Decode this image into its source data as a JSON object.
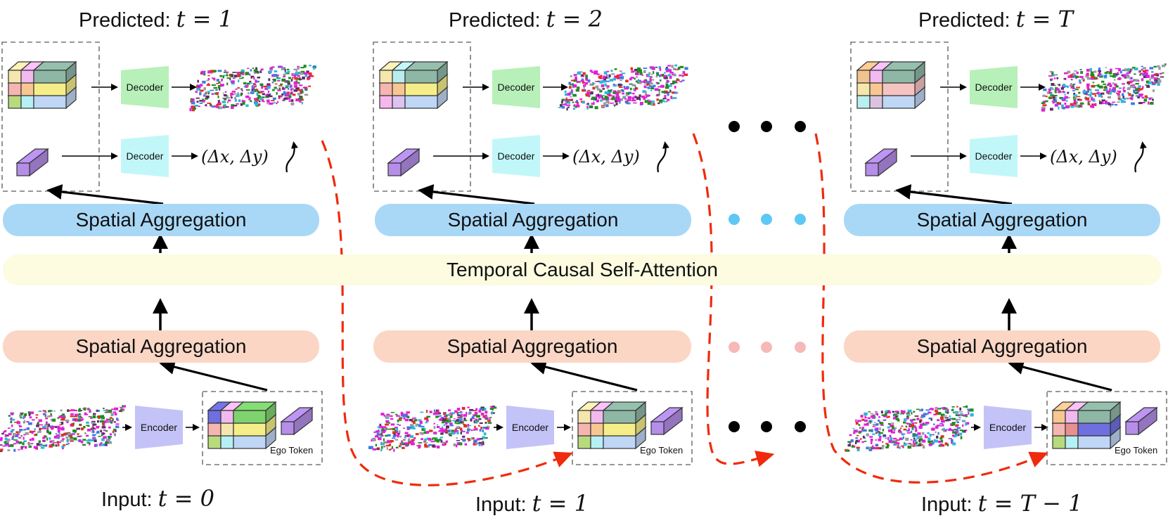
{
  "diagram": {
    "columns": [
      {
        "predicted_prefix": "Predicted:",
        "predicted_math": "t = 1",
        "input_prefix": "Input:",
        "input_math": "t = 0",
        "decoder_top": "Decoder",
        "decoder_bottom": "Decoder",
        "delta": "(Δx, Δy)",
        "encoder": "Encoder",
        "ego_token": "Ego Token",
        "spatial_top": "Spatial Aggregation",
        "spatial_bottom": "Spatial Aggregation"
      },
      {
        "predicted_prefix": "Predicted:",
        "predicted_math": "t = 2",
        "input_prefix": "Input:",
        "input_math": "t = 1",
        "decoder_top": "Decoder",
        "decoder_bottom": "Decoder",
        "delta": "(Δx, Δy)",
        "encoder": "Encoder",
        "ego_token": "Ego Token",
        "spatial_top": "Spatial Aggregation",
        "spatial_bottom": "Spatial Aggregation"
      },
      {
        "predicted_prefix": "Predicted:",
        "predicted_math": "t = T",
        "input_prefix": "Input:",
        "input_math": "t = T − 1",
        "decoder_top": "Decoder",
        "decoder_bottom": "Decoder",
        "delta": "(Δx, Δy)",
        "encoder": "Encoder",
        "ego_token": "Ego Token",
        "spatial_top": "Spatial Aggregation",
        "spatial_bottom": "Spatial Aggregation"
      }
    ],
    "temporal_label": "Temporal Causal Self-Attention",
    "colors": {
      "spatial_top": "#a9d8f7",
      "spatial_bottom": "#fbd6c5",
      "temporal": "#fdfbe0",
      "decoder_top": "#b7f0b9",
      "decoder_bottom": "#c2f7f9",
      "encoder": "#c4c3f7",
      "ego_token": "#b58ee8",
      "dashed_arrow": "#f02a0c",
      "dots_blue": "#5ec8f5",
      "dots_pink": "#f7b8b8",
      "dots_black": "#000000"
    }
  }
}
